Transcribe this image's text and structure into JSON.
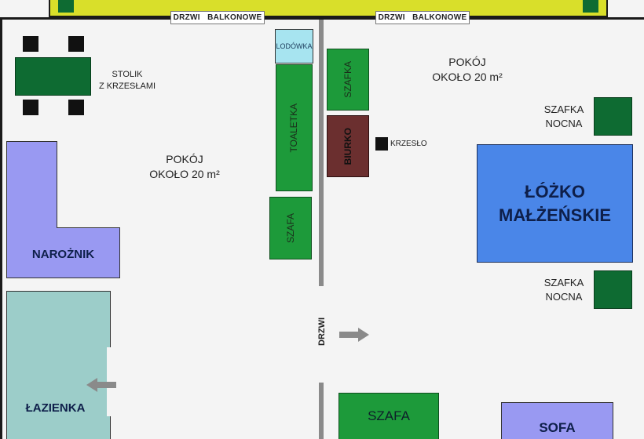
{
  "balcony": {
    "color": "#d9df2a",
    "door_left": "DRZWI   BALKONOWE",
    "door_right": "DRZWI   BALKONOWE"
  },
  "left_room": {
    "table_label_line1": "STOLIK",
    "table_label_line2": "Z KRZESŁAMI",
    "room_label_line1": "POKÓJ",
    "room_label_line2": "OKOŁO 20 m²",
    "fridge": "LODÓWKA",
    "vanity": "TOALETKA",
    "wardrobe": "SZAFA",
    "corner_sofa": "NAROŻNIK",
    "bathroom": "ŁAZIENKA"
  },
  "right_room": {
    "room_label_line1": "POKÓJ",
    "room_label_line2": "OKOŁO 20 m²",
    "cabinet": "SZAFKA",
    "desk": "BIURKO",
    "chair": "KRZESŁO",
    "nightstand_top_line1": "SZAFKA",
    "nightstand_top_line2": "NOCNA",
    "bed_line1": "ŁÓŻKO",
    "bed_line2": "MAŁŻEŃSKIE",
    "nightstand_bottom_line1": "SZAFKA",
    "nightstand_bottom_line2": "NOCNA",
    "wardrobe": "SZAFA",
    "sofa": "SOFA"
  },
  "door": {
    "label": "DRZWI"
  },
  "colors": {
    "furniture_green": "#1d9a3a",
    "dark_green": "#0e6b32",
    "lavender": "#9999f2",
    "bed_blue": "#4a86e8",
    "bathroom_teal": "#9ccdc9",
    "desk_brown": "#6b2f2f",
    "fridge_blue": "#a7e4f0"
  }
}
